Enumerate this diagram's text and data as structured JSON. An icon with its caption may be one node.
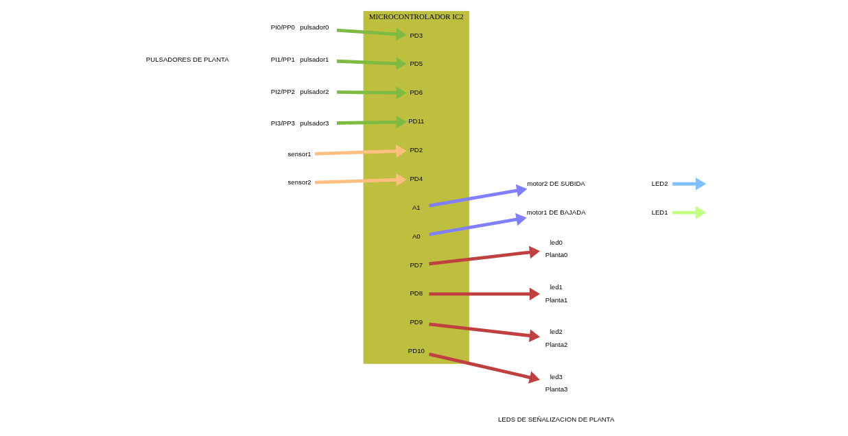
{
  "diagram": {
    "nodes": [
      {
        "text": [
          "MICROCONTROLADOR IC2"
        ]
      },
      {
        "text": [
          "PD3"
        ],
        "in": 0
      },
      {
        "text": [
          "PD5"
        ],
        "in": 0
      },
      {
        "text": [
          "PD6"
        ],
        "in": 0
      },
      {
        "text": [
          "PD11"
        ],
        "in": 0
      },
      {
        "text": [
          "PD2"
        ],
        "in": 0
      },
      {
        "text": [
          "PD4"
        ],
        "in": 0
      },
      {
        "text": [
          "A1"
        ],
        "in": 0
      },
      {
        "text": [
          "A0"
        ],
        "in": 0
      },
      {
        "text": [
          "PD7"
        ],
        "in": 0
      },
      {
        "text": [
          "PD8"
        ],
        "in": 0
      },
      {
        "text": [
          "PD9"
        ],
        "in": 0
      },
      {
        "text": [
          "PD10"
        ],
        "in": 0
      },
      {
        "text": [
          "pulsador0"
        ],
        "beside": [
          "PI0/PP0"
        ]
      },
      {
        "text": [
          "pulsador1"
        ],
        "beside": [
          "PI1/PP1"
        ]
      },
      {
        "text": [
          "pulsador2"
        ],
        "beside": [
          "PI2/PP2"
        ]
      },
      {
        "text": [
          "pulsador3"
        ],
        "beside": [
          "PI3/PP3"
        ]
      },
      {
        "text": [
          "sensor1"
        ]
      },
      {
        "text": [
          "sensor2"
        ]
      },
      {
        "text": [
          "motor2 DE SUBIDA"
        ]
      },
      {
        "text": [
          "motor1 DE BAJADA"
        ]
      },
      {
        "text": [
          "led0"
        ],
        "beside": [
          "Planta0"
        ]
      },
      {
        "text": [
          "led1"
        ],
        "beside": [
          "Planta1"
        ]
      },
      {
        "text": [
          "led2"
        ],
        "beside": [
          "Planta2"
        ]
      },
      {
        "text": [
          "led3"
        ],
        "beside": [
          "Planta3"
        ]
      },
      {
        "text": [
          "LED2"
        ]
      },
      {
        "text": [
          "LED1"
        ]
      }
    ],
    "edges": [
      {
        "from": 13,
        "to": 1,
        "arrow": "to",
        "color": "#7dbb42"
      },
      {
        "from": 14,
        "to": 2,
        "arrow": "to",
        "color": "#7dbb42"
      },
      {
        "from": 15,
        "to": 3,
        "arrow": "to",
        "color": "#7dbb42"
      },
      {
        "from": 16,
        "to": 4,
        "arrow": "to",
        "color": "#7dbb42"
      },
      {
        "from": 17,
        "to": 5,
        "arrow": "to",
        "color": "#ffbf80"
      },
      {
        "from": 18,
        "to": 6,
        "arrow": "to",
        "color": "#ffbf80"
      },
      {
        "from": 7,
        "to": 19,
        "arrow": "to",
        "color": "#8080ff"
      },
      {
        "from": 8,
        "to": 20,
        "arrow": "to",
        "color": "#8080ff"
      },
      {
        "from": 9,
        "to": 21,
        "arrow": "to",
        "color": "#c04040"
      },
      {
        "from": 10,
        "to": 22,
        "arrow": "to",
        "color": "#c04040"
      },
      {
        "from": 11,
        "to": 23,
        "arrow": "to",
        "color": "#c04040"
      },
      {
        "from": 12,
        "to": 24,
        "arrow": "to",
        "color": "#c04040"
      },
      {
        "from": 25,
        "to": null,
        "arrow": "to",
        "color": "#80c0ff"
      },
      {
        "from": 26,
        "to": null,
        "arrow": "to",
        "color": "#c0ff80"
      }
    ],
    "labels": [
      "PULSADORES DE PLANTA",
      "LEDS DE SEÑALIZACION DE PLANTA"
    ]
  }
}
